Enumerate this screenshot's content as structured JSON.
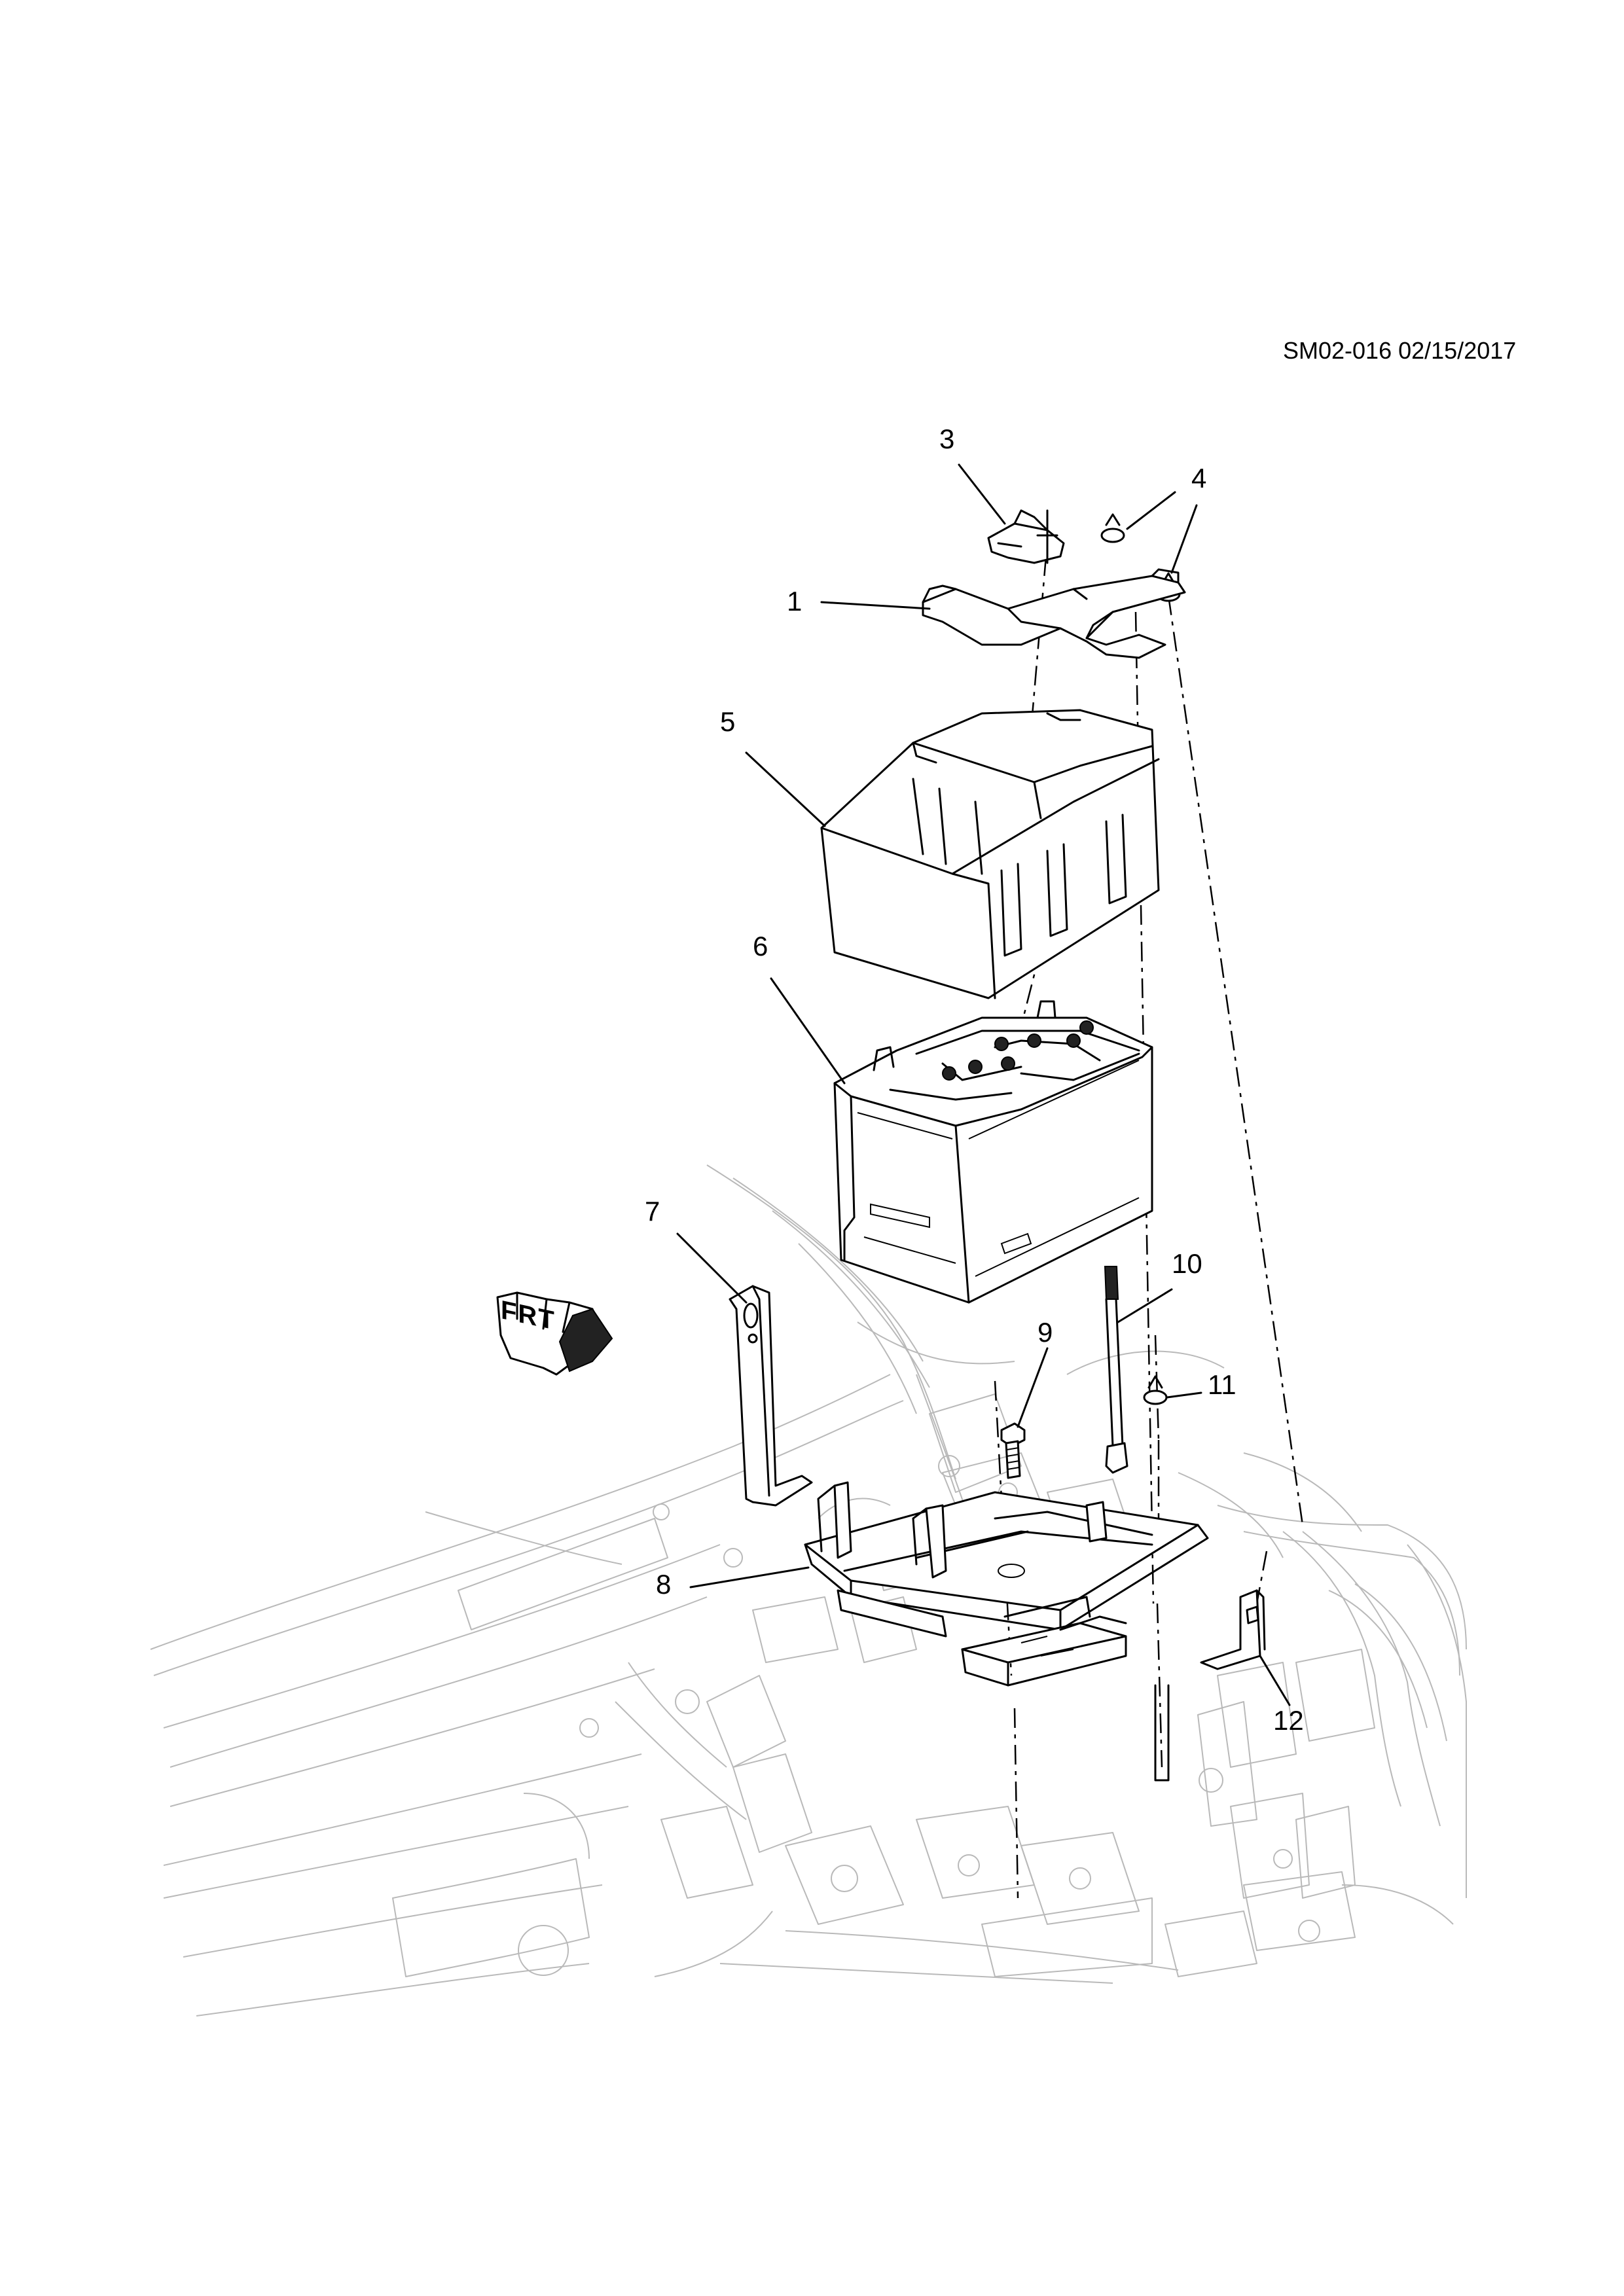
{
  "document": {
    "reference": "SM02-016 02/15/2017"
  },
  "orientation_arrow": {
    "label": "FRT",
    "icon": "front-direction-arrow-icon"
  },
  "callouts": [
    {
      "number": "1",
      "part": "battery-hold-down-bracket"
    },
    {
      "number": "3",
      "part": "terminal-clip"
    },
    {
      "number": "4",
      "part": "nut"
    },
    {
      "number": "4b",
      "label": "4",
      "part": "nut"
    },
    {
      "number": "5",
      "part": "battery-insulator-cover"
    },
    {
      "number": "6",
      "part": "battery"
    },
    {
      "number": "7",
      "part": "battery-tray-support-bracket"
    },
    {
      "number": "8",
      "part": "battery-tray"
    },
    {
      "number": "9",
      "part": "bolt"
    },
    {
      "number": "10",
      "part": "hold-down-rod"
    },
    {
      "number": "11",
      "part": "nut"
    },
    {
      "number": "12",
      "part": "tray-bracket"
    }
  ],
  "labels": {
    "c1": "1",
    "c3": "3",
    "c4a": "4",
    "c4b": "4",
    "c5": "5",
    "c6": "6",
    "c7": "7",
    "c8": "8",
    "c9": "9",
    "c10": "10",
    "c11": "11",
    "c12": "12"
  }
}
